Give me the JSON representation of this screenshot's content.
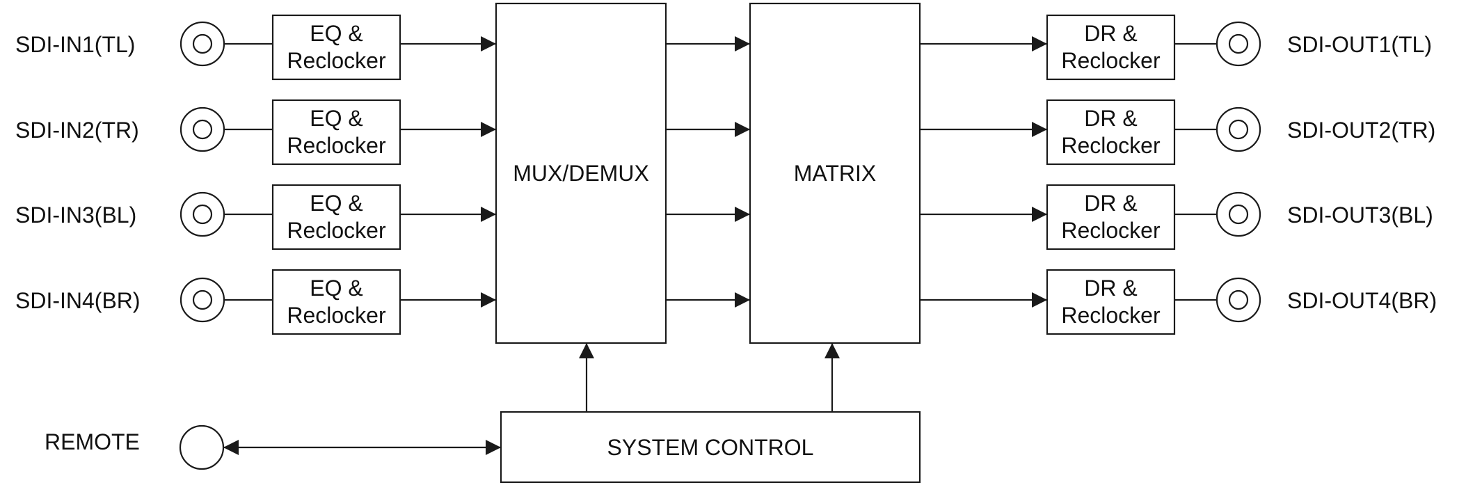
{
  "inputs": [
    {
      "port": "SDI-IN1(TL)",
      "line1": "EQ &",
      "line2": "Reclocker"
    },
    {
      "port": "SDI-IN2(TR)",
      "line1": "EQ &",
      "line2": "Reclocker"
    },
    {
      "port": "SDI-IN3(BL)",
      "line1": "EQ &",
      "line2": "Reclocker"
    },
    {
      "port": "SDI-IN4(BR)",
      "line1": "EQ &",
      "line2": "Reclocker"
    }
  ],
  "outputs": [
    {
      "port": "SDI-OUT1(TL)",
      "line1": "DR &",
      "line2": "Reclocker"
    },
    {
      "port": "SDI-OUT2(TR)",
      "line1": "DR &",
      "line2": "Reclocker"
    },
    {
      "port": "SDI-OUT3(BL)",
      "line1": "DR &",
      "line2": "Reclocker"
    },
    {
      "port": "SDI-OUT4(BR)",
      "line1": "DR &",
      "line2": "Reclocker"
    }
  ],
  "mux_demux": "MUX/DEMUX",
  "matrix": "MATRIX",
  "system_control": "SYSTEM CONTROL",
  "remote": "REMOTE",
  "stroke_color": "#1a1a1a"
}
